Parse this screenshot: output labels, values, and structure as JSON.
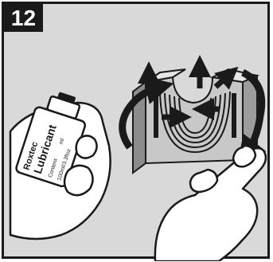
{
  "step": {
    "number": "12"
  },
  "bottle": {
    "brand": "Roxtec",
    "product": "Lubricant",
    "content_label": "Content",
    "content_unit": "ml",
    "content_value": "100ml/3.3floz"
  },
  "colors": {
    "frame_background": "#d9d9d9",
    "ink": "#1a1a1a",
    "badge_background": "#1a1a1a",
    "badge_text": "#ffffff",
    "module_face": "#c8c8c8",
    "module_side": "#8c8c8c",
    "skin": "#ffffff"
  },
  "icons": [
    "step-number-badge",
    "lubricant-bottle",
    "cable-module",
    "left-hand",
    "right-hand",
    "rotation-arrow",
    "direction-arrow"
  ]
}
